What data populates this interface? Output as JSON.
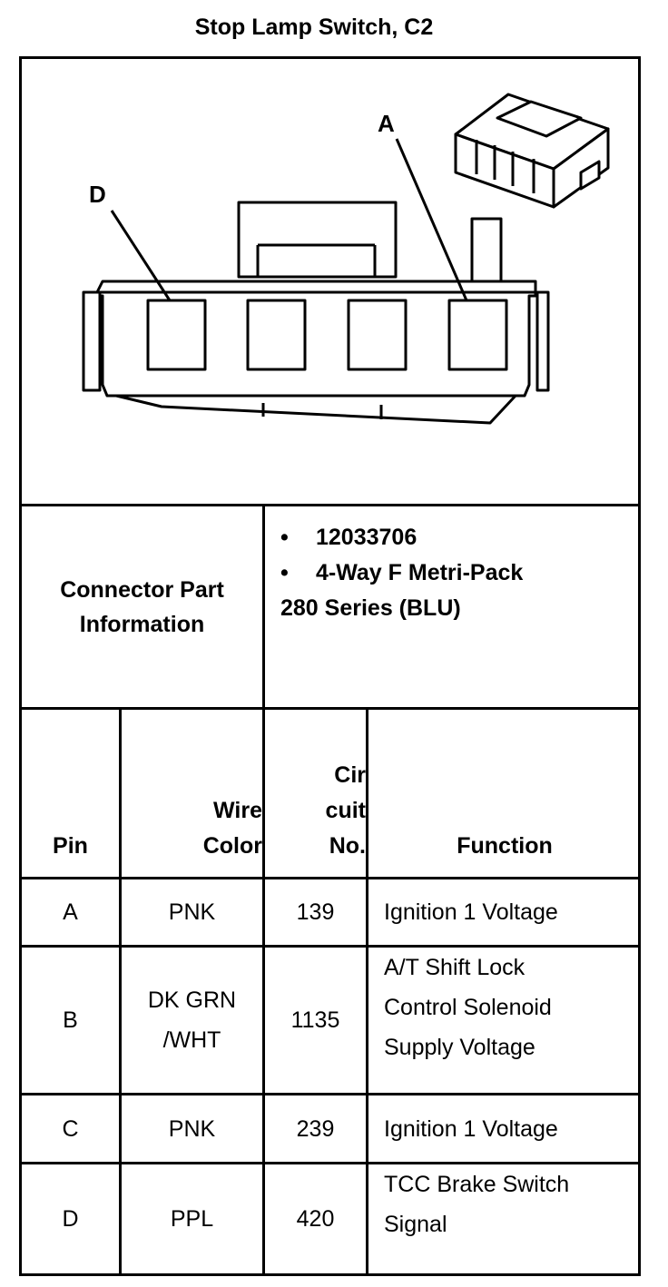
{
  "title": "Stop Lamp Switch, C2",
  "diagram": {
    "label_a": "A",
    "label_d": "D"
  },
  "connector_info": {
    "label_line1": "Connector Part",
    "label_line2": "Information",
    "part_number": "12033706",
    "description_line1": "4-Way F Metri-Pack",
    "description_line2": "280 Series (BLU)",
    "bullet": "•"
  },
  "headers": {
    "pin": "Pin",
    "wire_color_line1": "Wire",
    "wire_color_line2": "Color",
    "circuit_line1": "Cir",
    "circuit_line2": "cuit",
    "circuit_line3": "No.",
    "function": "Function"
  },
  "rows": [
    {
      "pin": "A",
      "wire_color": [
        "PNK"
      ],
      "circuit": "139",
      "function": [
        "Ignition 1 Voltage"
      ]
    },
    {
      "pin": "B",
      "wire_color": [
        "DK GRN",
        "/WHT"
      ],
      "circuit": "1135",
      "function": [
        "A/T Shift Lock",
        "Control Solenoid",
        "Supply Voltage"
      ]
    },
    {
      "pin": "C",
      "wire_color": [
        "PNK"
      ],
      "circuit": "239",
      "function": [
        "Ignition 1 Voltage"
      ]
    },
    {
      "pin": "D",
      "wire_color": [
        "PPL"
      ],
      "circuit": "420",
      "function": [
        "TCC Brake Switch",
        "Signal"
      ]
    }
  ]
}
